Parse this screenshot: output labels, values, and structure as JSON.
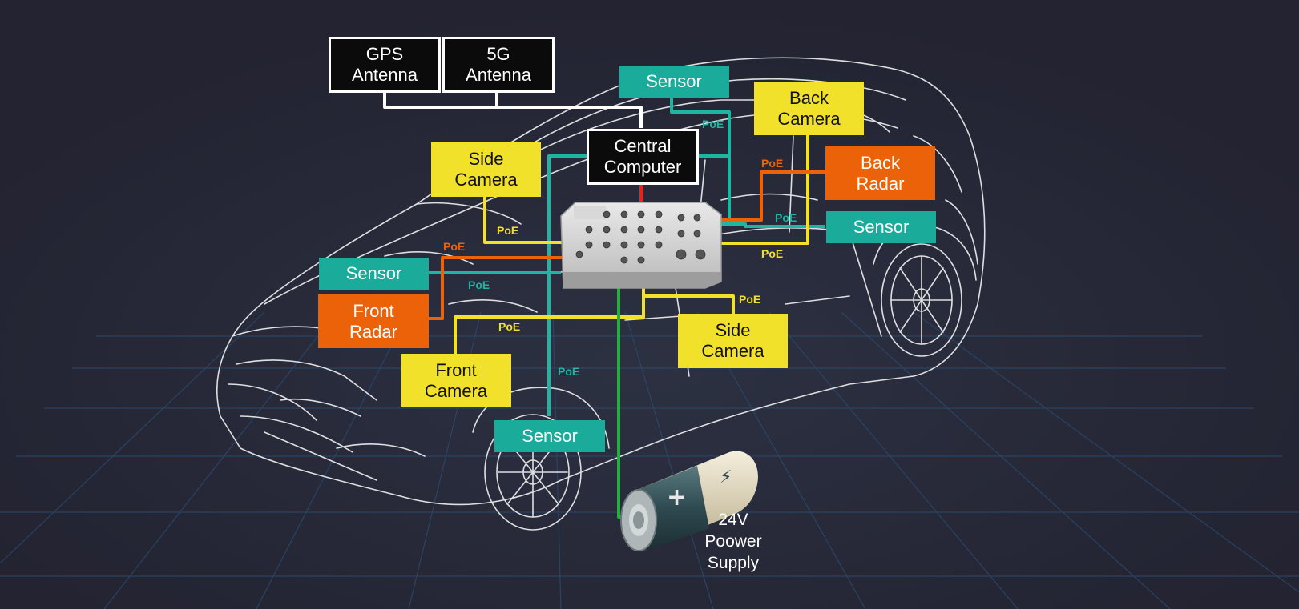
{
  "colors": {
    "background": "#232331",
    "black_box": "#0b0b0b",
    "teal": "#1aab9b",
    "yellow": "#f2e12a",
    "orange": "#ec6209",
    "power_line": "#22b03a",
    "car_outline": "#ffffff",
    "floor_grid": "#2b4a6e"
  },
  "labels": {
    "gps_antenna": "GPS\nAntenna",
    "g5_antenna": "5G\nAntenna",
    "central_computer": "Central\nComputer",
    "sensor_top": "Sensor",
    "sensor_right": "Sensor",
    "sensor_left": "Sensor",
    "sensor_bottom": "Sensor",
    "back_camera": "Back\nCamera",
    "back_radar": "Back\nRadar",
    "side_camera_left": "Side\nCamera",
    "side_camera_right": "Side\nCamera",
    "front_radar": "Front\nRadar",
    "front_camera": "Front\nCamera",
    "power_supply": "24V\nPoower\nSupply",
    "battery_plus": "+",
    "battery_bolt": "⚡"
  },
  "poe": "PoE"
}
